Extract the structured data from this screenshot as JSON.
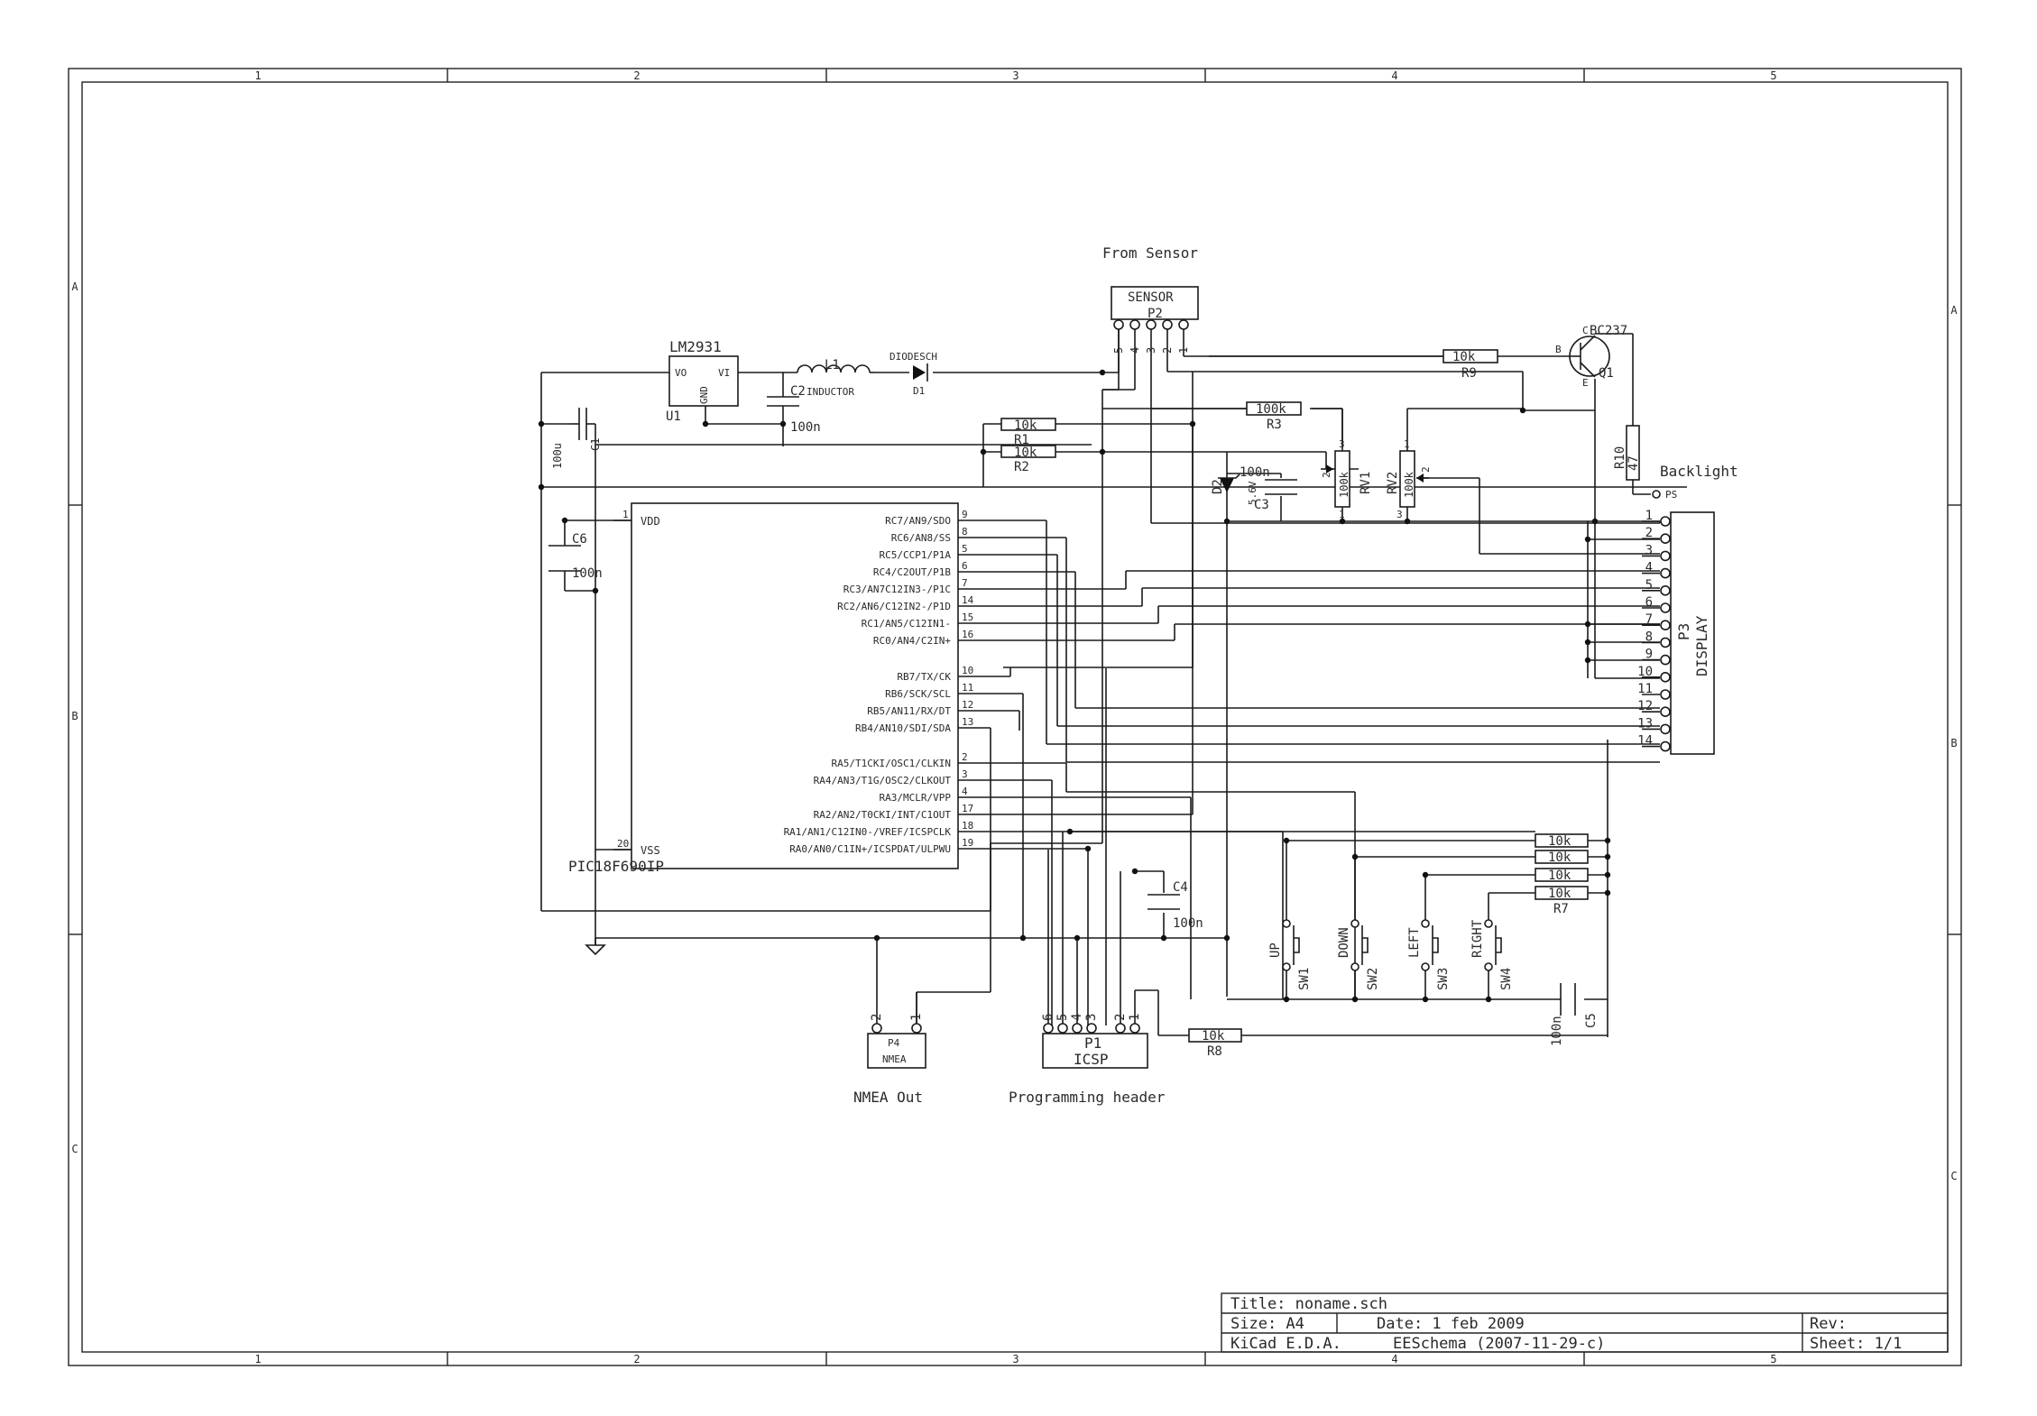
{
  "frame": {
    "columns": [
      "1",
      "2",
      "3",
      "4",
      "5"
    ],
    "rows": [
      "A",
      "B",
      "C"
    ]
  },
  "annotations": {
    "from_sensor": "From Sensor",
    "backlight": "Backlight",
    "nmea_out": "NMEA Out",
    "programming_header": "Programming header"
  },
  "mcu": {
    "value": "PIC18F690IP",
    "pin_vdd_num": "1",
    "pin_vdd": "VDD",
    "pin_vss_num": "20",
    "pin_vss": "VSS",
    "right_pins": [
      {
        "num": "9",
        "name": "RC7/AN9/SDO"
      },
      {
        "num": "8",
        "name": "RC6/AN8/SS"
      },
      {
        "num": "5",
        "name": "RC5/CCP1/P1A"
      },
      {
        "num": "6",
        "name": "RC4/C2OUT/P1B"
      },
      {
        "num": "7",
        "name": "RC3/AN7C12IN3-/P1C"
      },
      {
        "num": "14",
        "name": "RC2/AN6/C12IN2-/P1D"
      },
      {
        "num": "15",
        "name": "RC1/AN5/C12IN1-"
      },
      {
        "num": "16",
        "name": "RC0/AN4/C2IN+"
      },
      {
        "num": "10",
        "name": "RB7/TX/CK"
      },
      {
        "num": "11",
        "name": "RB6/SCK/SCL"
      },
      {
        "num": "12",
        "name": "RB5/AN11/RX/DT"
      },
      {
        "num": "13",
        "name": "RB4/AN10/SDI/SDA"
      },
      {
        "num": "2",
        "name": "RA5/T1CKI/OSC1/CLKIN"
      },
      {
        "num": "3",
        "name": "RA4/AN3/T1G/OSC2/CLKOUT"
      },
      {
        "num": "4",
        "name": "RA3/MCLR/VPP"
      },
      {
        "num": "17",
        "name": "RA2/AN2/T0CKI/INT/C1OUT"
      },
      {
        "num": "18",
        "name": "RA1/AN1/C12IN0-/VREF/ICSPCLK"
      },
      {
        "num": "19",
        "name": "RA0/AN0/C1IN+/ICSPDAT/ULPWU"
      }
    ]
  },
  "u1": {
    "ref": "U1",
    "value": "LM2931",
    "pin_vo": "VO",
    "pin_vi": "VI",
    "pin_gnd": "GND"
  },
  "l1": {
    "ref": "L1",
    "value": "INDUCTOR"
  },
  "d1": {
    "ref": "D1",
    "value": "DIODESCH"
  },
  "c1": {
    "ref": "C1",
    "value": "100u"
  },
  "c2": {
    "ref": "C2",
    "value": "100n"
  },
  "c3": {
    "ref": "C3",
    "value": "100n"
  },
  "c4": {
    "ref": "C4",
    "value": "100n"
  },
  "c5": {
    "ref": "C5",
    "value": "100n"
  },
  "c6": {
    "ref": "C6",
    "value": "100n"
  },
  "d2": {
    "ref": "D2",
    "value": "5.6V"
  },
  "r1": {
    "ref": "R1",
    "value": "10k"
  },
  "r2": {
    "ref": "R2",
    "value": "10k"
  },
  "r3": {
    "ref": "R3",
    "value": "100k"
  },
  "r7": {
    "ref": "R7",
    "value": "10k"
  },
  "r8": {
    "ref": "R8",
    "value": "10k"
  },
  "r9": {
    "ref": "R9",
    "value": "10k"
  },
  "r10": {
    "ref": "R10",
    "value": "47"
  },
  "r_pullups": [
    "10k",
    "10k",
    "10k"
  ],
  "rv1": {
    "ref": "RV1",
    "value": "100k",
    "pin1": "1",
    "pin2": "2",
    "pin3": "3"
  },
  "rv2": {
    "ref": "RV2",
    "value": "100k",
    "pin1": "1",
    "pin2": "2",
    "pin3": "3"
  },
  "q1": {
    "ref": "Q1",
    "value": "BC237",
    "pin_b": "B",
    "pin_c": "C",
    "pin_e": "E"
  },
  "p2": {
    "ref": "P2",
    "value": "SENSOR",
    "pins": [
      "5",
      "4",
      "3",
      "2",
      "1"
    ]
  },
  "p3": {
    "ref": "P3",
    "value": "DISPLAY",
    "pins": [
      "1",
      "2",
      "3",
      "4",
      "5",
      "6",
      "7",
      "8",
      "9",
      "10",
      "11",
      "12",
      "13",
      "14"
    ]
  },
  "p1": {
    "ref": "P1",
    "value": "ICSP",
    "pins": [
      "6",
      "5",
      "4",
      "3",
      "2",
      "1"
    ]
  },
  "p4": {
    "ref": "P4",
    "value": "NMEA",
    "pins": [
      "2",
      "1"
    ]
  },
  "ps_label": "PS",
  "switches": [
    {
      "ref": "SW1",
      "value": "UP"
    },
    {
      "ref": "SW2",
      "value": "DOWN"
    },
    {
      "ref": "SW3",
      "value": "LEFT"
    },
    {
      "ref": "SW4",
      "value": "RIGHT"
    }
  ],
  "title_block": {
    "title": "Title: noname.sch",
    "size": "Size: A4",
    "date": "Date: 1 feb 2009",
    "rev": "Rev:",
    "tool": "KiCad E.D.A.",
    "version": "EESchema (2007-11-29-c)",
    "sheet": "Sheet: 1/1"
  }
}
